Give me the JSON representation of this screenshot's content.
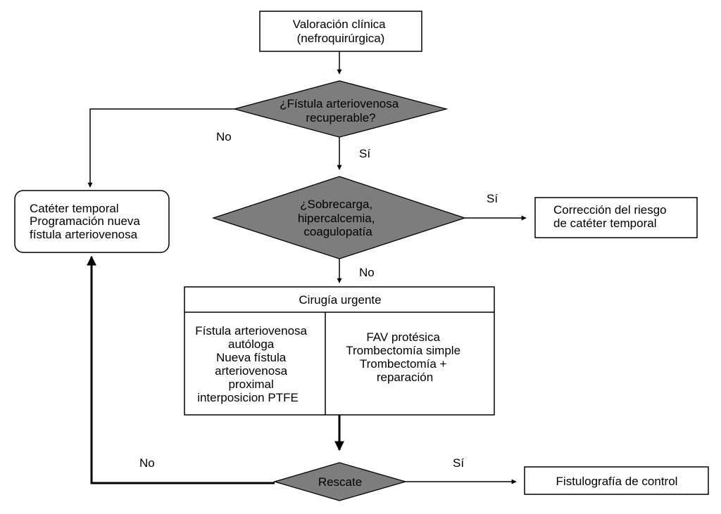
{
  "nodes": {
    "start": [
      "Valoración clínica",
      "(nefroquirúrgica)"
    ],
    "q_fistula": [
      "¿Fístula arteriovenosa",
      "recuperable?"
    ],
    "q_sobrecarga": [
      "¿Sobrecarga,",
      "hipercalcemia,",
      "coagulopatía"
    ],
    "cateter": [
      "Catéter temporal",
      "Programación nueva",
      "fístula arteriovenosa"
    ],
    "correccion": [
      "Corrección del riesgo",
      "de catéter temporal"
    ],
    "cirugia_title": "Cirugía urgente",
    "cirugia_left": [
      "Fístula arteriovenosa",
      "autóloga",
      "Nueva fístula",
      "arteriovenosa",
      "proximal",
      "interposicion PTFE"
    ],
    "cirugia_right": [
      "FAV protésica",
      "Trombectomía simple",
      "Trombectomía +",
      "reparación"
    ],
    "rescate": "Rescate",
    "fistulografia": "Fistulografía de control"
  },
  "edge_labels": {
    "fistula_no": "No",
    "fistula_si": "Sí",
    "sobrecarga_si": "Sí",
    "sobrecarga_no": "No",
    "rescate_no": "No",
    "rescate_si": "Sí"
  }
}
